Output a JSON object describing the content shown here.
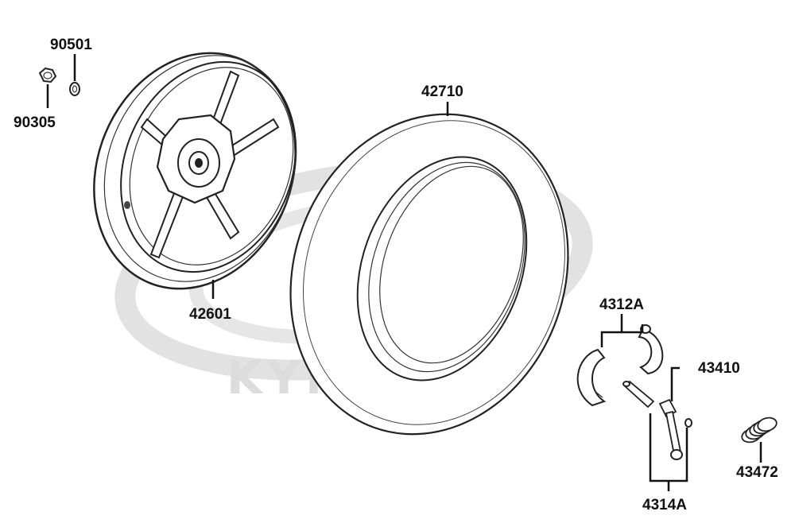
{
  "colors": {
    "line": "#111111",
    "watermark": "#dcdcdc",
    "background": "#ffffff"
  },
  "watermark": {
    "text": "KYMCO"
  },
  "labels": {
    "p90501": "90501",
    "p90305": "90305",
    "p42601": "42601",
    "p42710": "42710",
    "p4312A": "4312A",
    "p43410": "43410",
    "p43472": "43472",
    "p4314A": "4314A"
  }
}
